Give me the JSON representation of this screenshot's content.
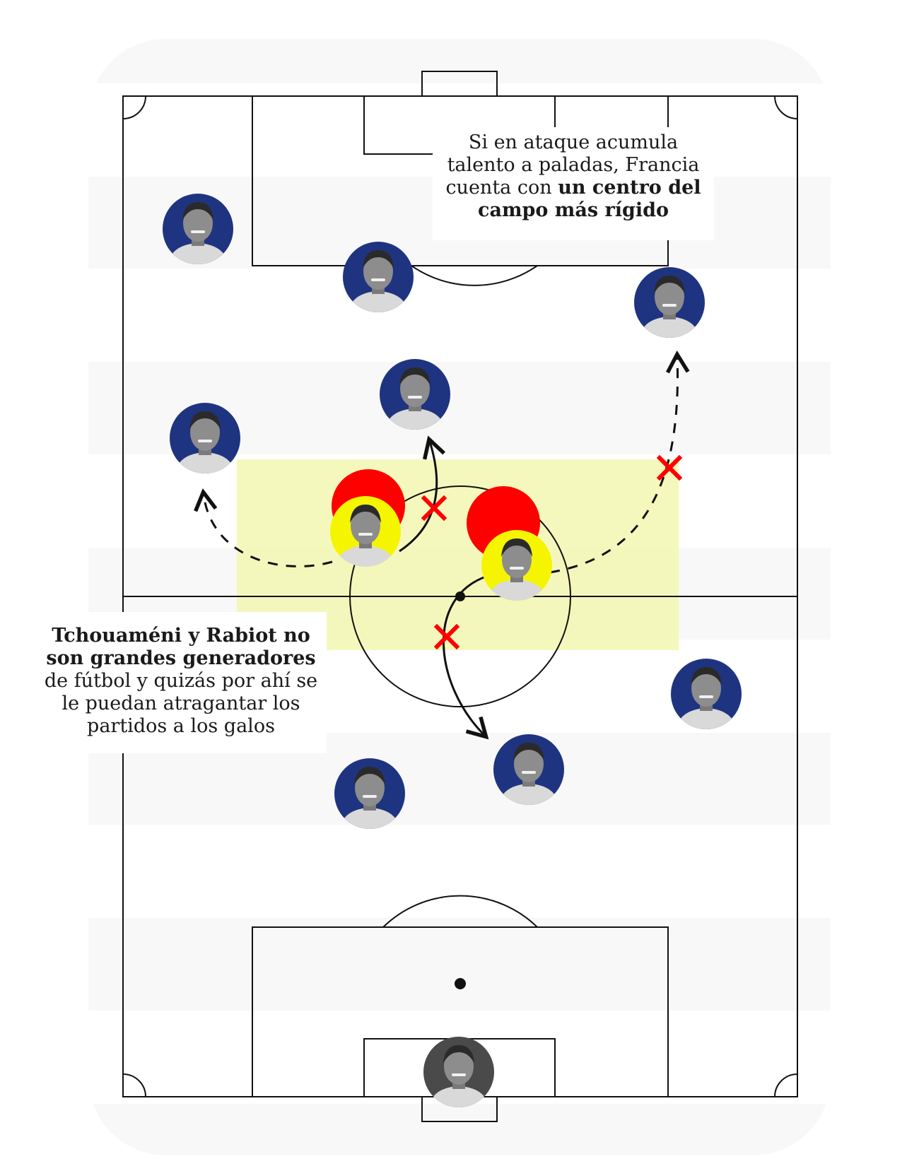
{
  "colors": {
    "team_fill": "#1f3480",
    "highlight_zone": "#f3f7b0",
    "pressure": "#ff0000",
    "player_ring_yellow": "#f5f500",
    "goalkeeper_fill": "#4a4a4a",
    "stripe": "#f6f6f6",
    "line": "#111111",
    "cross": "#ff0000"
  },
  "callouts": {
    "top": {
      "line1": "Si en ataque acumula",
      "line2": "talento a paladas, Francia",
      "line3_plain": "cuenta con ",
      "line3_bold": "un centro del",
      "line4_bold": "campo más rígido"
    },
    "bottom": {
      "line1_bold": "Tchouaméni y Rabiot no",
      "line2_bold": "son grandes generadores",
      "line3": "de fútbol y quizás por ahí se",
      "line4": "le puedan atragantar los",
      "line5": "partidos a los galos"
    }
  },
  "players": [
    {
      "id": "left-winger",
      "role": "outfield",
      "fill": "#1f3480",
      "highlight": false,
      "pressed": false
    },
    {
      "id": "striker",
      "role": "outfield",
      "fill": "#1f3480",
      "highlight": false,
      "pressed": false
    },
    {
      "id": "right-winger",
      "role": "outfield",
      "fill": "#1f3480",
      "highlight": false,
      "pressed": false
    },
    {
      "id": "attacking-mid",
      "role": "outfield",
      "fill": "#1f3480",
      "highlight": false,
      "pressed": false
    },
    {
      "id": "left-mid",
      "role": "outfield",
      "fill": "#1f3480",
      "highlight": false,
      "pressed": false
    },
    {
      "id": "tchouameni",
      "role": "outfield",
      "fill": "#1f3480",
      "highlight": true,
      "pressed": true
    },
    {
      "id": "rabiot",
      "role": "outfield",
      "fill": "#1f3480",
      "highlight": true,
      "pressed": true
    },
    {
      "id": "right-back",
      "role": "outfield",
      "fill": "#1f3480",
      "highlight": false,
      "pressed": false
    },
    {
      "id": "center-back-right",
      "role": "outfield",
      "fill": "#1f3480",
      "highlight": false,
      "pressed": false
    },
    {
      "id": "center-back-left",
      "role": "outfield",
      "fill": "#1f3480",
      "highlight": false,
      "pressed": false
    },
    {
      "id": "goalkeeper",
      "role": "goalkeeper",
      "fill": "#4a4a4a",
      "highlight": false,
      "pressed": false
    }
  ],
  "passes": [
    {
      "id": "tchouameni-to-left-mid",
      "style": "dashed",
      "blocked": false
    },
    {
      "id": "tchouameni-to-attacking-mid",
      "style": "solid",
      "blocked": true
    },
    {
      "id": "rabiot-to-right-winger",
      "style": "dashed",
      "blocked": true
    },
    {
      "id": "rabiot-to-center-back",
      "style": "solid",
      "blocked": true
    }
  ]
}
